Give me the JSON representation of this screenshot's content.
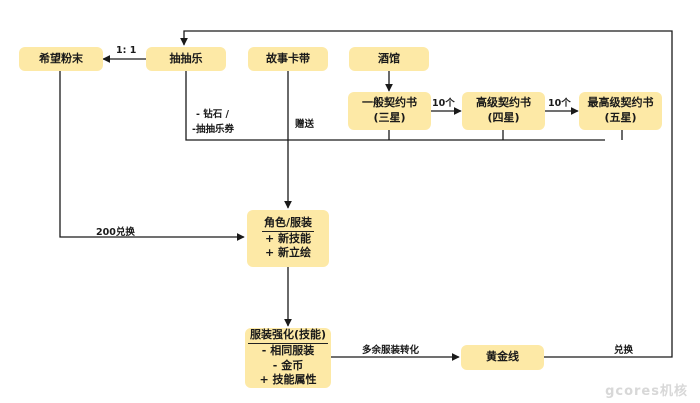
{
  "nodes": {
    "powder": "希望粉末",
    "gacha": "抽抽乐",
    "story_tape": "故事卡带",
    "tavern": "酒馆",
    "book_common": [
      "一般契约书",
      "(三星)"
    ],
    "book_advanced": [
      "高级契约书",
      "(四星)"
    ],
    "book_top": [
      "最高级契约书",
      "(五星)"
    ],
    "character": {
      "title": "角色/服装",
      "lines": [
        "+ 新技能",
        "+ 新立绘"
      ]
    },
    "enhance": {
      "title": "服装强化(技能)",
      "lines": [
        "- 相同服装",
        "- 金币",
        "+ 技能属性"
      ]
    },
    "gold_thread": "黄金线"
  },
  "edge_labels": {
    "ratio": "1:  1",
    "cost_diamond": "- 钻石 /",
    "cost_ticket": "-抽抽乐券",
    "gift": "赠送",
    "exchange_200": "200兑换",
    "ten_1": "10个",
    "ten_2": "10个",
    "surplus": "多余服装转化",
    "exchange": "兑换"
  },
  "watermark": "gcores机核"
}
